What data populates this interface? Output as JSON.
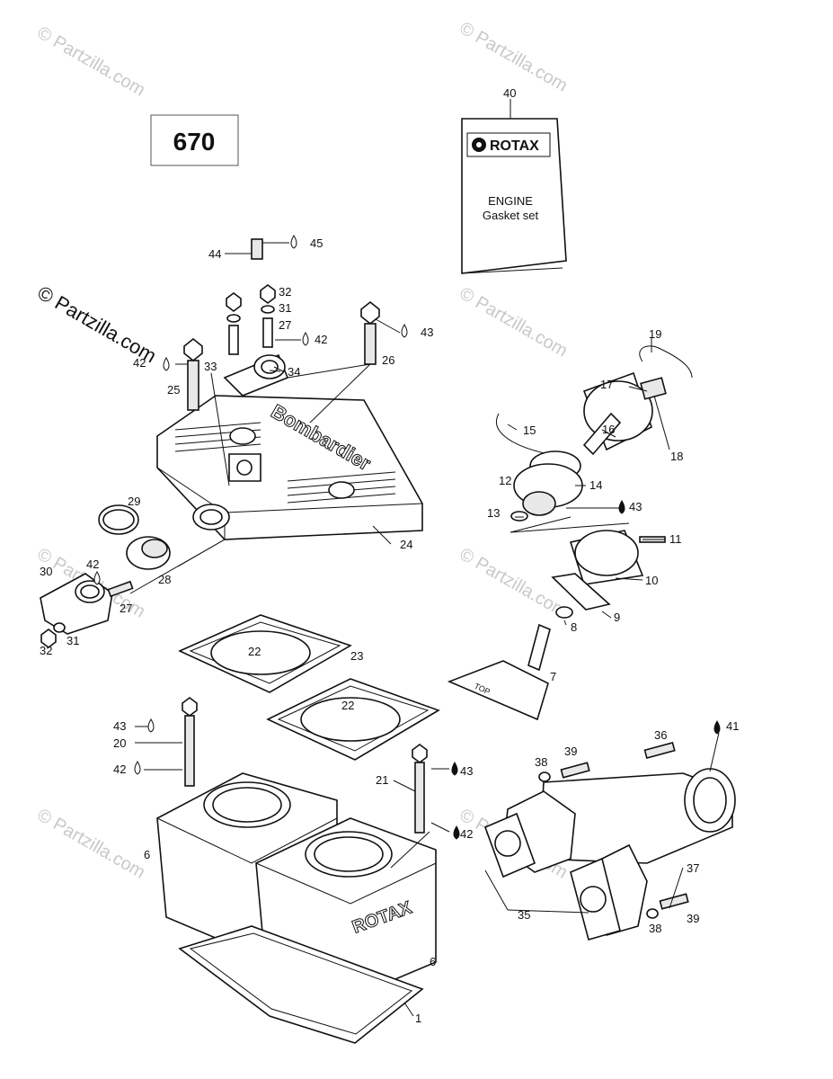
{
  "engine_code": "670",
  "manual": {
    "brand": "ROTAX",
    "line1": "ENGINE",
    "line2": "Gasket set"
  },
  "watermark": "© Partzilla.com",
  "callouts": {
    "c1": "1",
    "c6a": "6",
    "c6b": "6",
    "c7": "7",
    "c8": "8",
    "c9": "9",
    "c10": "10",
    "c11": "11",
    "c12": "12",
    "c13": "13",
    "c14": "14",
    "c15": "15",
    "c16": "16",
    "c17": "17",
    "c18": "18",
    "c19": "19",
    "c20": "20",
    "c21": "21",
    "c22a": "22",
    "c22b": "22",
    "c23": "23",
    "c24": "24",
    "c25": "25",
    "c26": "26",
    "c27a": "27",
    "c27b": "27",
    "c28": "28",
    "c29": "29",
    "c30": "30",
    "c31a": "31",
    "c31b": "31",
    "c32a": "32",
    "c32b": "32",
    "c33": "33",
    "c34": "34",
    "c35": "35",
    "c36": "36",
    "c37": "37",
    "c38a": "38",
    "c38b": "38",
    "c39a": "39",
    "c39b": "39",
    "c40": "40",
    "c41": "41",
    "c42a": "42",
    "c42b": "42",
    "c42c": "42",
    "c42d": "42",
    "c42e": "42",
    "c43a": "43",
    "c43b": "43",
    "c43c": "43",
    "c43d": "43",
    "c44": "44",
    "c45": "45"
  },
  "stamps": {
    "head_logo": "Bombardier",
    "cylinder_logo": "ROTAX",
    "valve_mark": "TOP"
  }
}
